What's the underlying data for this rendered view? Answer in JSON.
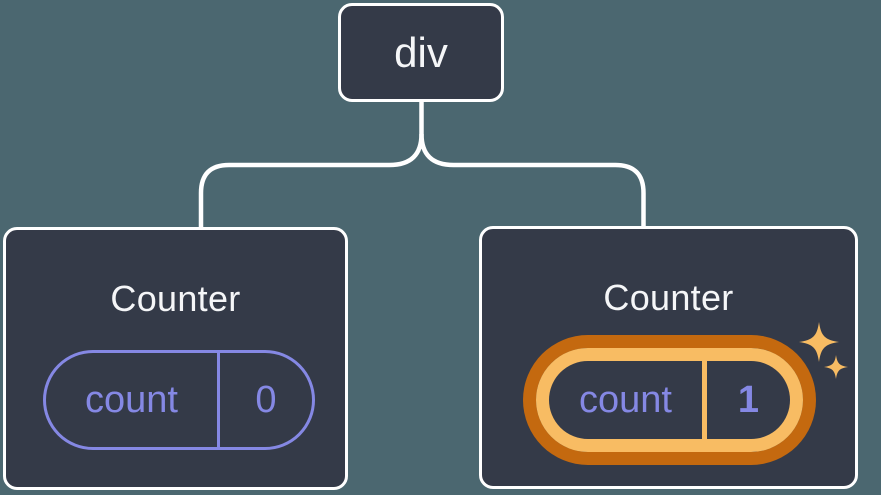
{
  "tree": {
    "root": {
      "label": "div"
    },
    "children": [
      {
        "title": "Counter",
        "state": {
          "name": "count",
          "value": "0"
        },
        "highlighted": false
      },
      {
        "title": "Counter",
        "state": {
          "name": "count",
          "value": "1"
        },
        "highlighted": true
      }
    ]
  },
  "icons": {
    "highlight": "sparkles-icon"
  },
  "colors": {
    "page_background": "#4b6770",
    "node_background": "#343a48",
    "node_border": "#ffffff",
    "connector_line": "#ffffff",
    "state_accent_lavender": "#8588e4",
    "highlight_ring_outer": "#c4690f",
    "highlight_ring_inner": "#f8bc63",
    "sparkle_gold": "#f8bc63",
    "title_text": "#f5f6f8"
  }
}
